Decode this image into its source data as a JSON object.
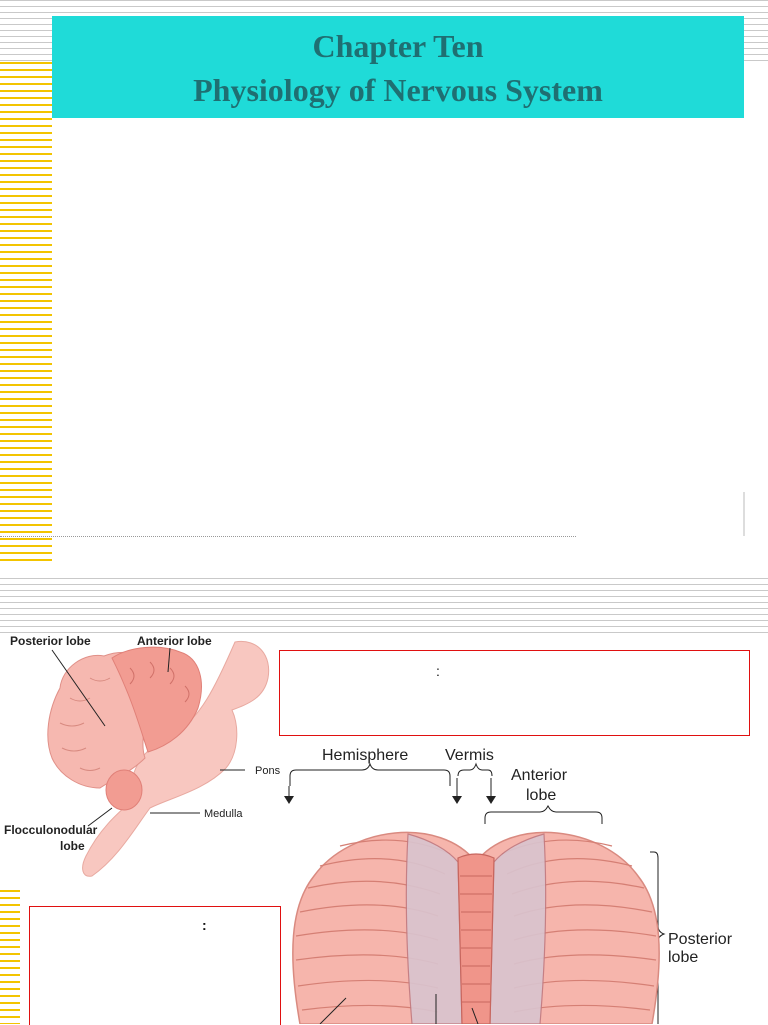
{
  "slide1": {
    "title_line1": "Chapter Ten",
    "title_line2": "Physiology of Nervous System"
  },
  "slide2": {
    "box_top_right_text": ":",
    "box_bottom_left_text": ":",
    "left_diagram_labels": {
      "posterior_lobe": "Posterior lobe",
      "anterior_lobe": "Anterior lobe",
      "pons": "Pons",
      "medulla": "Medulla",
      "flocculonodular": "Flocculonodular",
      "flocculonodular_2": "lobe"
    },
    "right_diagram_labels": {
      "hemisphere": "Hemisphere",
      "vermis": "Vermis",
      "anterior": "Anterior",
      "anterior_2": "lobe",
      "posterior": "Posterior",
      "posterior_2": "lobe"
    }
  },
  "colors": {
    "title_bg": "#1fdbd8",
    "title_text": "#1f6f72",
    "box_border": "#e01010",
    "tissue": "#f6b5ac"
  }
}
